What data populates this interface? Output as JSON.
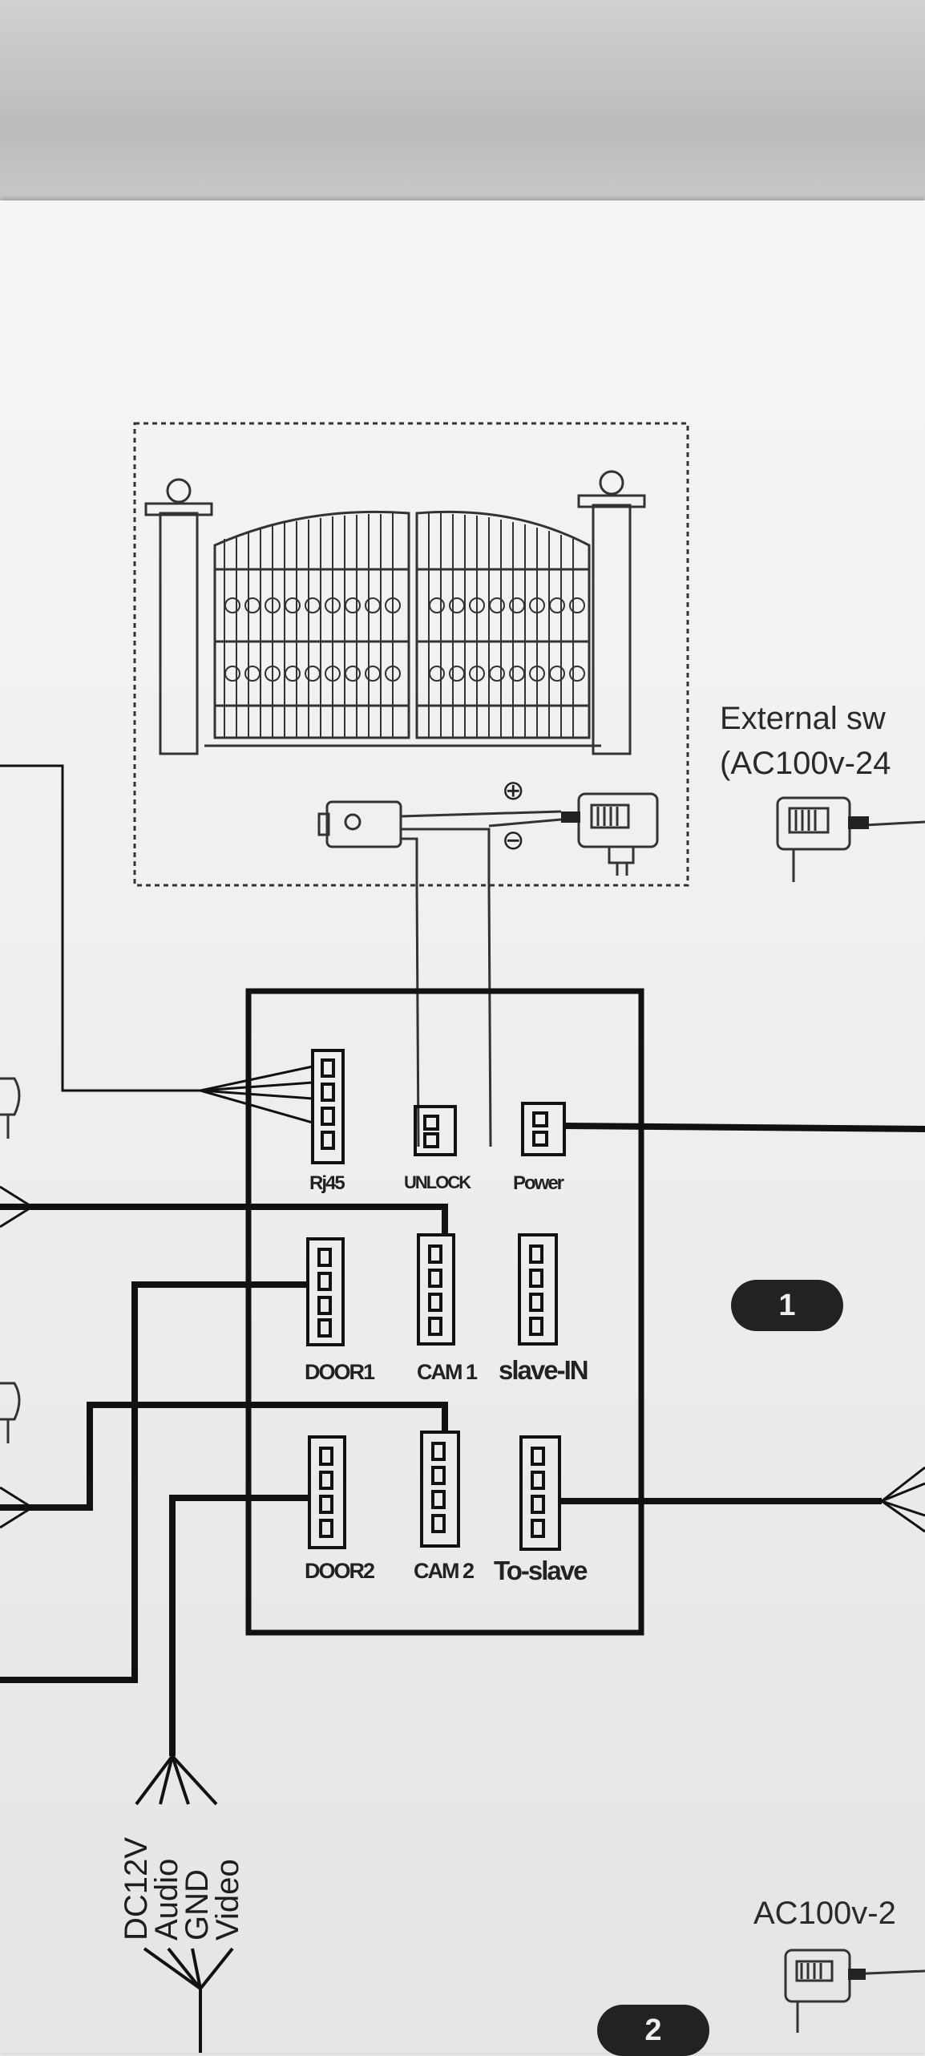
{
  "external_switch": {
    "line1": "External sw",
    "line2": "(AC100v-24"
  },
  "ports": {
    "rj45": "Rj45",
    "unlock": "UNLOCK",
    "power": "Power",
    "door1": "DOOR1",
    "cam1": "CAM 1",
    "slave_in": "slave-IN",
    "door2": "DOOR2",
    "cam2": "CAM 2",
    "to_slave": "To-slave"
  },
  "wires": {
    "dc12v": "DC12V",
    "audio": "Audio",
    "gnd": "GND",
    "video": "Video"
  },
  "bottom_supply": "AC100v-2",
  "badges": {
    "one": "1",
    "two": "2"
  },
  "symbols": {
    "plus": "⊕",
    "minus": "⊖"
  }
}
